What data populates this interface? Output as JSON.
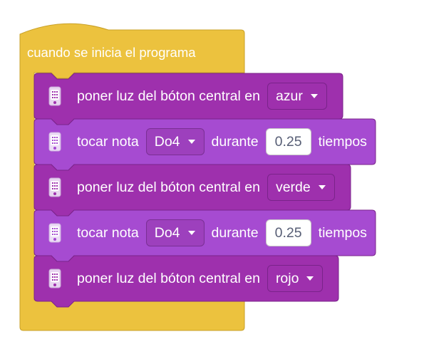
{
  "hat": {
    "label": "cuando se inicia el programa"
  },
  "blocks": [
    {
      "kind": "light",
      "label": "poner luz del bóton central en",
      "dropdown": "azur"
    },
    {
      "kind": "note",
      "label": "tocar nota",
      "note": "Do4",
      "during_label": "durante",
      "beats": "0.25",
      "beats_unit": "tiempos"
    },
    {
      "kind": "light",
      "label": "poner luz del bóton central en",
      "dropdown": "verde"
    },
    {
      "kind": "note",
      "label": "tocar nota",
      "note": "Do4",
      "during_label": "durante",
      "beats": "0.25",
      "beats_unit": "tiempos"
    },
    {
      "kind": "light",
      "label": "poner luz del bóton central en",
      "dropdown": "rojo"
    }
  ],
  "icons": {
    "block_icon": "device-icon"
  },
  "colors": {
    "hat": "#ecc23e",
    "hat_edge": "#c9a128",
    "light_block": "#9e30ad",
    "note_block": "#a64bd1",
    "block_edge": "#7a238a"
  }
}
